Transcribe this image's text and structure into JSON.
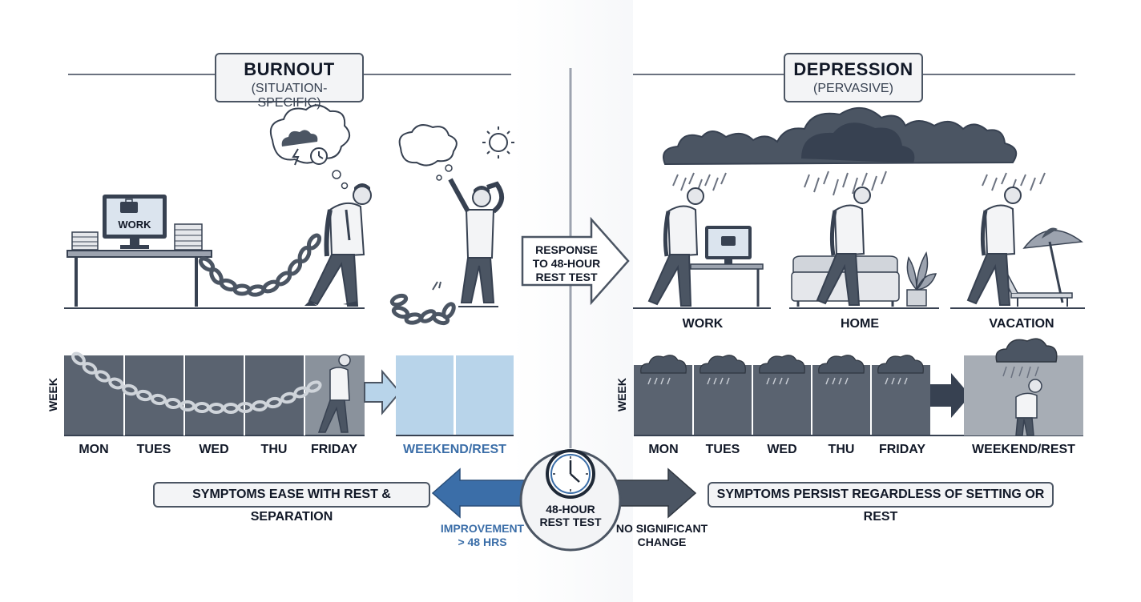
{
  "left": {
    "title": "BURNOUT",
    "subtitle": "(SITUATION-SPECIFIC)",
    "monitor_label": "WORK",
    "days": [
      "MON",
      "TUES",
      "WED",
      "THU",
      "FRIDAY"
    ],
    "rest_label": "WEEKEND/REST",
    "week_label": "WEEK",
    "summary": "SYMPTOMS EASE WITH REST & SEPARATION",
    "outcome": "IMPROVEMENT\n> 48 HRS"
  },
  "center": {
    "arrow_label": "RESPONSE\nTO 48-HOUR\nREST TEST",
    "clock_label": "48-HOUR\nREST TEST"
  },
  "right": {
    "title": "DEPRESSION",
    "subtitle": "(PERVASIVE)",
    "settings": [
      "WORK",
      "HOME",
      "VACATION"
    ],
    "days": [
      "MON",
      "TUES",
      "WED",
      "THU",
      "FRIDAY"
    ],
    "rest_label": "WEEKEND/REST",
    "week_label": "WEEK",
    "summary": "SYMPTOMS PERSIST REGARDLESS OF SETTING OR REST",
    "outcome": "NO SIGNIFICANT\nCHANGE"
  },
  "colors": {
    "dark": "#4b5563",
    "blue": "#3b6ea8",
    "light_blue": "#b8d4ea",
    "gray_block": "#5a6370"
  }
}
